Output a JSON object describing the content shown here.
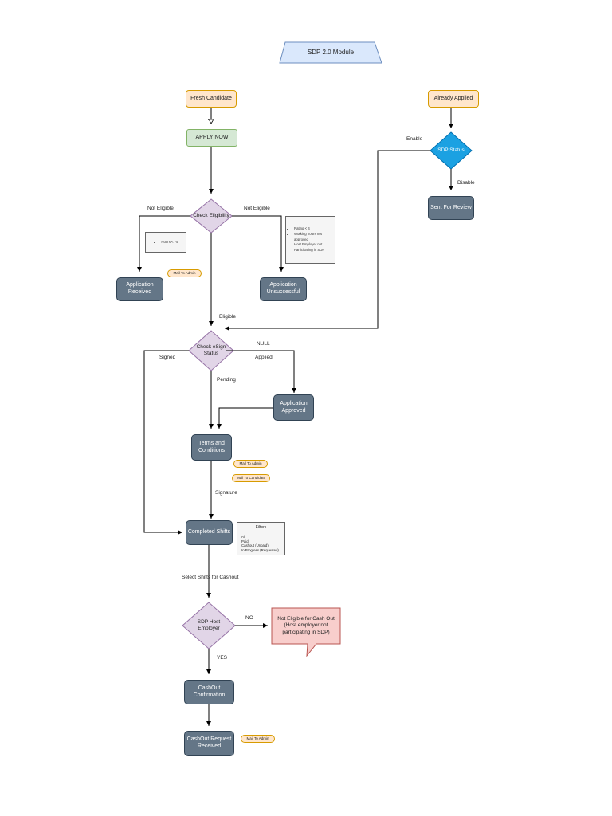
{
  "title": "SDP 2.0 Module",
  "nodes": {
    "fresh_candidate": "Fresh Candidate",
    "already_applied": "Already Applied",
    "apply_now": "APPLY NOW",
    "check_eligibility": "Check Eligibility",
    "sdp_status": "SDP Status",
    "sent_for_review": "Sent For Review",
    "application_received": "Application Received",
    "application_unsuccessful": "Application Unsuccessful",
    "check_esign_status": "Check eSign Status",
    "application_approved": "Application Approved",
    "terms_and_conditions": "Terms and Conditions",
    "completed_shifts": "Completed Shifts",
    "sdp_host_employer": "SDP Host Employer",
    "not_eligible_cash_out": "Not Eligible for Cash Out (Host employer not participating in SDP)",
    "cashout_confirmation": "CashOut Confirmation",
    "cashout_request_received": "CashOut Request Received"
  },
  "notes": {
    "hours": [
      "Hours < 75"
    ],
    "ineligible_reasons": [
      "Rating < 4",
      "Working hours not approved",
      "Host Employer not Participating in SDP"
    ],
    "filters_title": "Filters",
    "filters_items": [
      "All",
      "Paid",
      "Cashout (Unpaid)",
      "In Progress (Requested)"
    ]
  },
  "pills": {
    "mail_admin_1": "Mail To Admin",
    "mail_admin_2": "Mail To Admin",
    "mail_candidate": "Mail To Candidate",
    "mail_admin_3": "Mail To Admin"
  },
  "edge_labels": {
    "enable": "Enable",
    "disable": "Disable",
    "not_eligible_left": "Not Eligible",
    "not_eligible_right": "Not Eligible",
    "eligible": "Eligible",
    "null": "NULL",
    "applied": "Applied",
    "signed": "Signed",
    "pending": "Pending",
    "signature": "Signature",
    "select_shifts": "Select Shifts for Cashout",
    "no": "NO",
    "yes": "YES"
  },
  "colors": {
    "orange_fill": "#ffe6cc",
    "green_fill": "#d5e8d4",
    "slate_fill": "#647687",
    "purple_fill": "#e1d5e7",
    "blue_fill": "#1ba1e2",
    "red_fill": "#f8cecc",
    "title_fill": "#dae8fc"
  }
}
